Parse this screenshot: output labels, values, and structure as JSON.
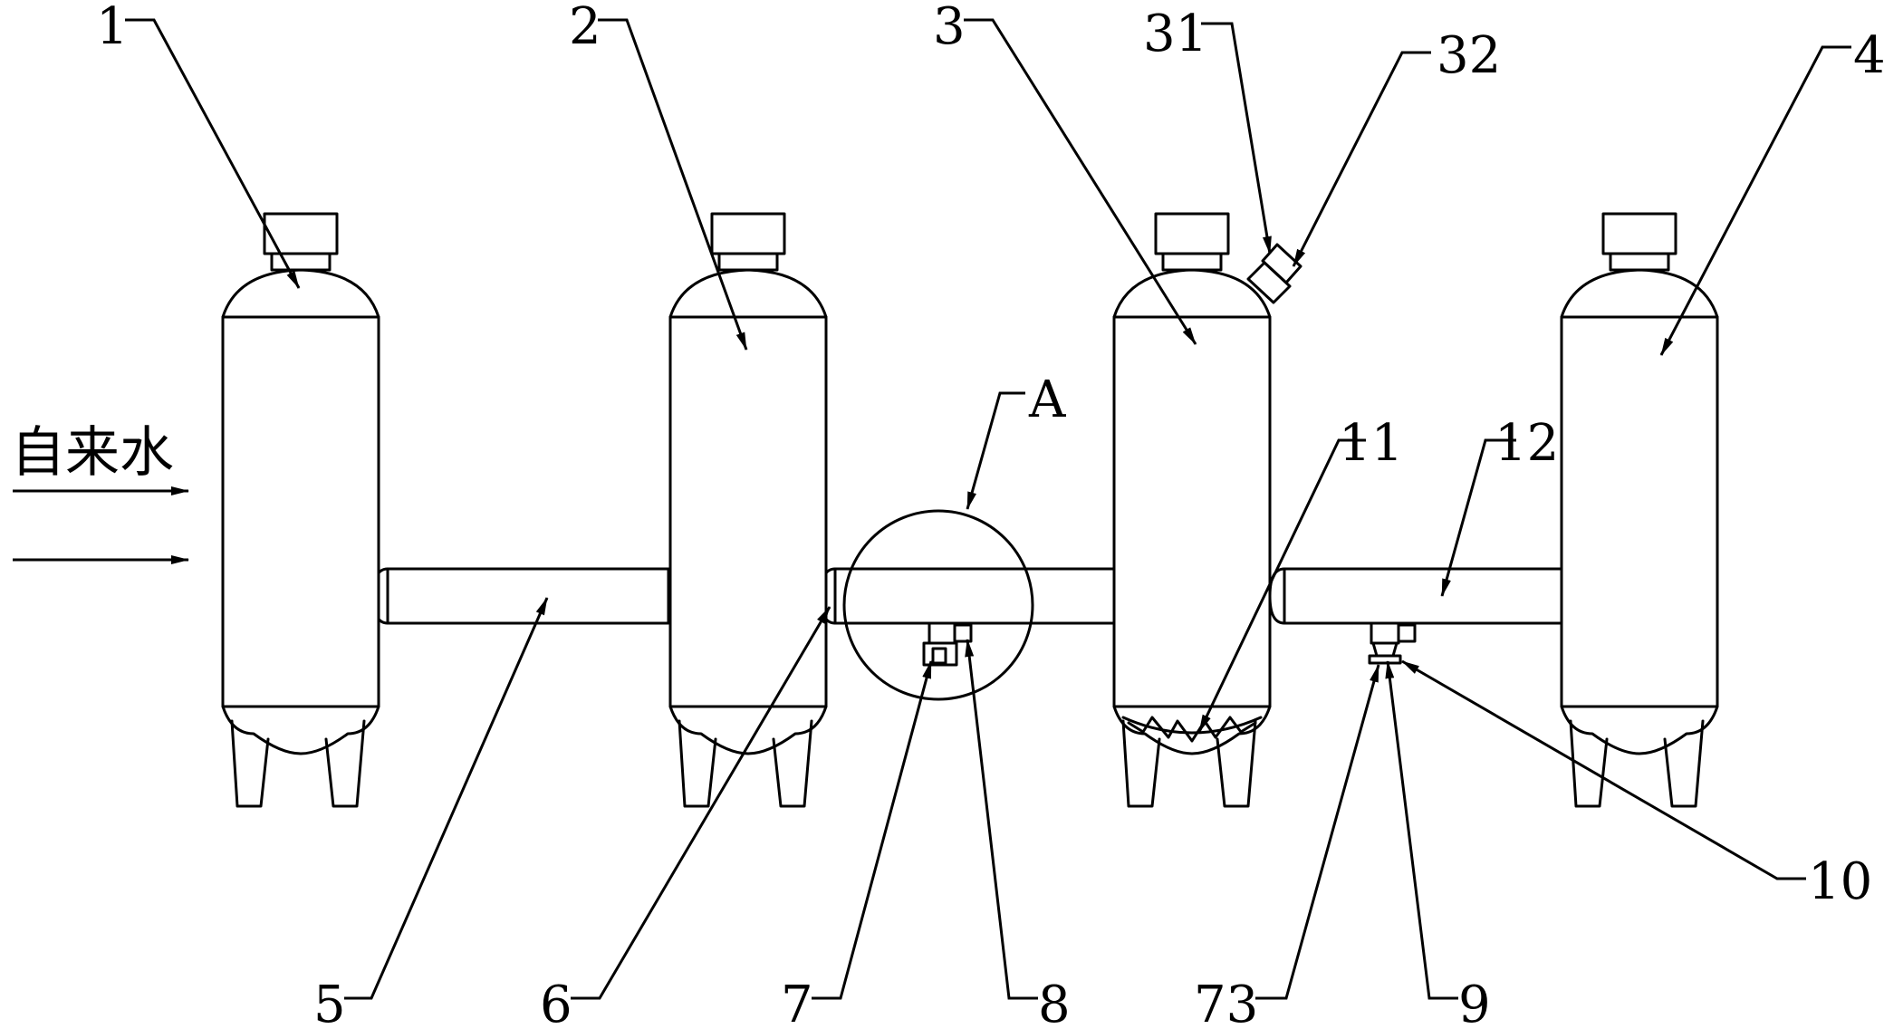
{
  "inlet": {
    "text": "自来水",
    "arrow_icon": "arrow-right-icon"
  },
  "labels": {
    "l1": "1",
    "l2": "2",
    "l3": "3",
    "l4": "4",
    "l5": "5",
    "l6": "6",
    "l7": "7",
    "l8": "8",
    "l9": "9",
    "l10": "10",
    "l11": "11",
    "l12": "12",
    "l31": "31",
    "l32": "32",
    "l73": "73",
    "lA": "A"
  },
  "colors": {
    "line": "#000000",
    "background": "#ffffff"
  }
}
